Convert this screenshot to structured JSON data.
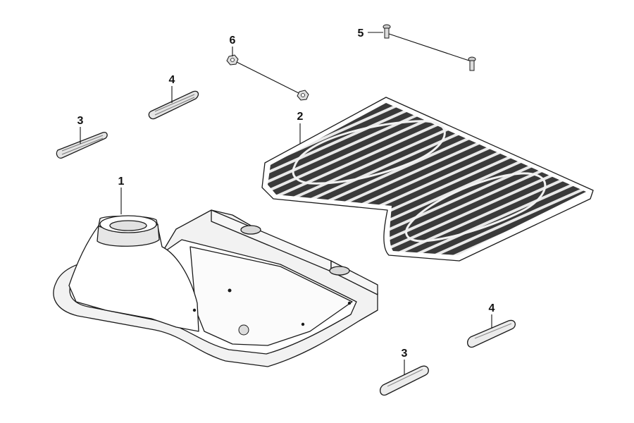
{
  "diagram": {
    "callouts": [
      {
        "id": "label-1",
        "text": "1"
      },
      {
        "id": "label-2",
        "text": "2"
      },
      {
        "id": "label-3a",
        "text": "3"
      },
      {
        "id": "label-3b",
        "text": "3"
      },
      {
        "id": "label-4a",
        "text": "4"
      },
      {
        "id": "label-4b",
        "text": "4"
      },
      {
        "id": "label-5",
        "text": "5"
      },
      {
        "id": "label-6",
        "text": "6"
      }
    ],
    "colors": {
      "line": "#1a1a1a",
      "part_fill": "#ffffff",
      "shade_light": "#eeeeee",
      "shade_mid": "#d6d6d6",
      "mat_fill": "#3a3a3a"
    }
  }
}
